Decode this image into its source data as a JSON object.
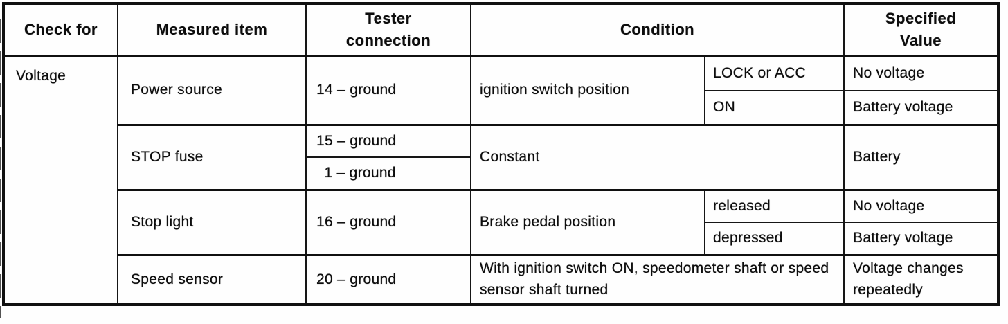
{
  "colors": {
    "ink": "#101010",
    "paper": "#fefefe"
  },
  "table": {
    "headers": {
      "check_for": "Check for",
      "measured_item": "Measured item",
      "tester_connection_line1": "Tester",
      "tester_connection_line2": "connection",
      "condition": "Condition",
      "specified_value_line1": "Specified",
      "specified_value_line2": "Value"
    },
    "check_for_value": "Voltage",
    "rows": [
      {
        "measured_item": "Power source",
        "connection_pin": "14",
        "connection_wire": "– ground",
        "condition": "ignition switch position",
        "cases": [
          {
            "state": "LOCK or ACC",
            "specified_value": "No voltage"
          },
          {
            "state": "ON",
            "specified_value": "Battery voltage"
          }
        ]
      },
      {
        "measured_item": "STOP fuse",
        "connections": [
          {
            "pin": "15",
            "wire": "– ground"
          },
          {
            "pin": "1",
            "wire": "– ground"
          }
        ],
        "condition": "Constant",
        "specified_value": "Battery"
      },
      {
        "measured_item": "Stop light",
        "connection_pin": "16",
        "connection_wire": "– ground",
        "condition": "Brake pedal position",
        "cases": [
          {
            "state": "released",
            "specified_value": "No voltage"
          },
          {
            "state": "depressed",
            "specified_value": "Battery voltage"
          }
        ]
      },
      {
        "measured_item": "Speed sensor",
        "connection_pin": "20",
        "connection_wire": "– ground",
        "condition": "With ignition switch ON, speedometer shaft or speed sensor shaft turned",
        "specified_value": "Voltage changes repeatedly"
      }
    ]
  }
}
